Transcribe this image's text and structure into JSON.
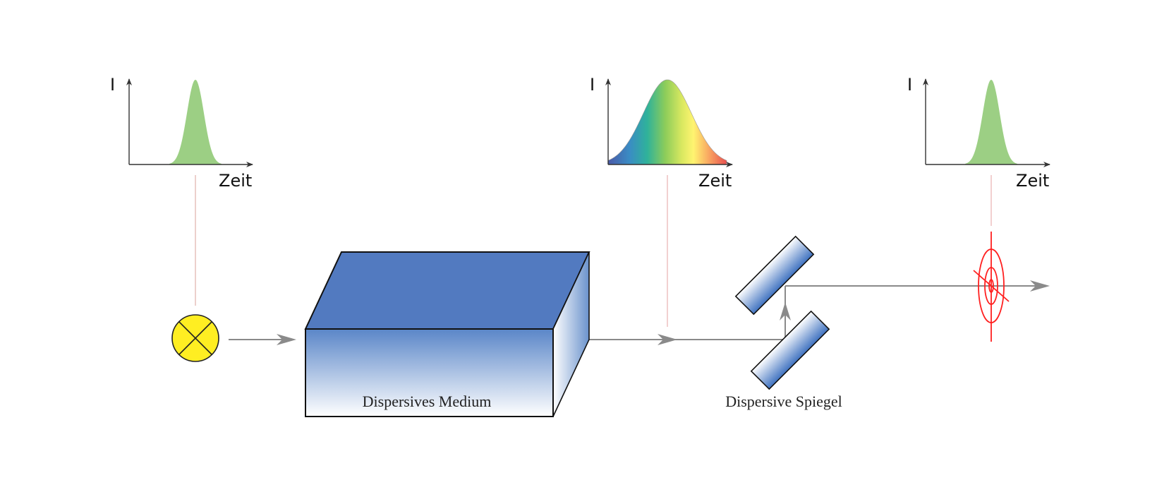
{
  "colors": {
    "pulse_green": "#9ccf84",
    "beam": "#8a8a8a",
    "guide_line": "#d9a09a",
    "source_yellow": "#ffee22",
    "medium_top": "#527ac0",
    "medium_side_dark": "#5a86c8",
    "target_red": "#ff2020"
  },
  "graphs": [
    {
      "y_label": "I",
      "x_label": "Zeit",
      "pulse": "narrow"
    },
    {
      "y_label": "I",
      "x_label": "Zeit",
      "pulse": "broad-chirped"
    },
    {
      "y_label": "I",
      "x_label": "Zeit",
      "pulse": "narrow"
    }
  ],
  "components": {
    "source_icon": "crossed-circle-lamp-icon",
    "medium_label": "Dispersives Medium",
    "mirrors_label": "Dispersive Spiegel",
    "target_icon": "crosshair-target-icon"
  }
}
